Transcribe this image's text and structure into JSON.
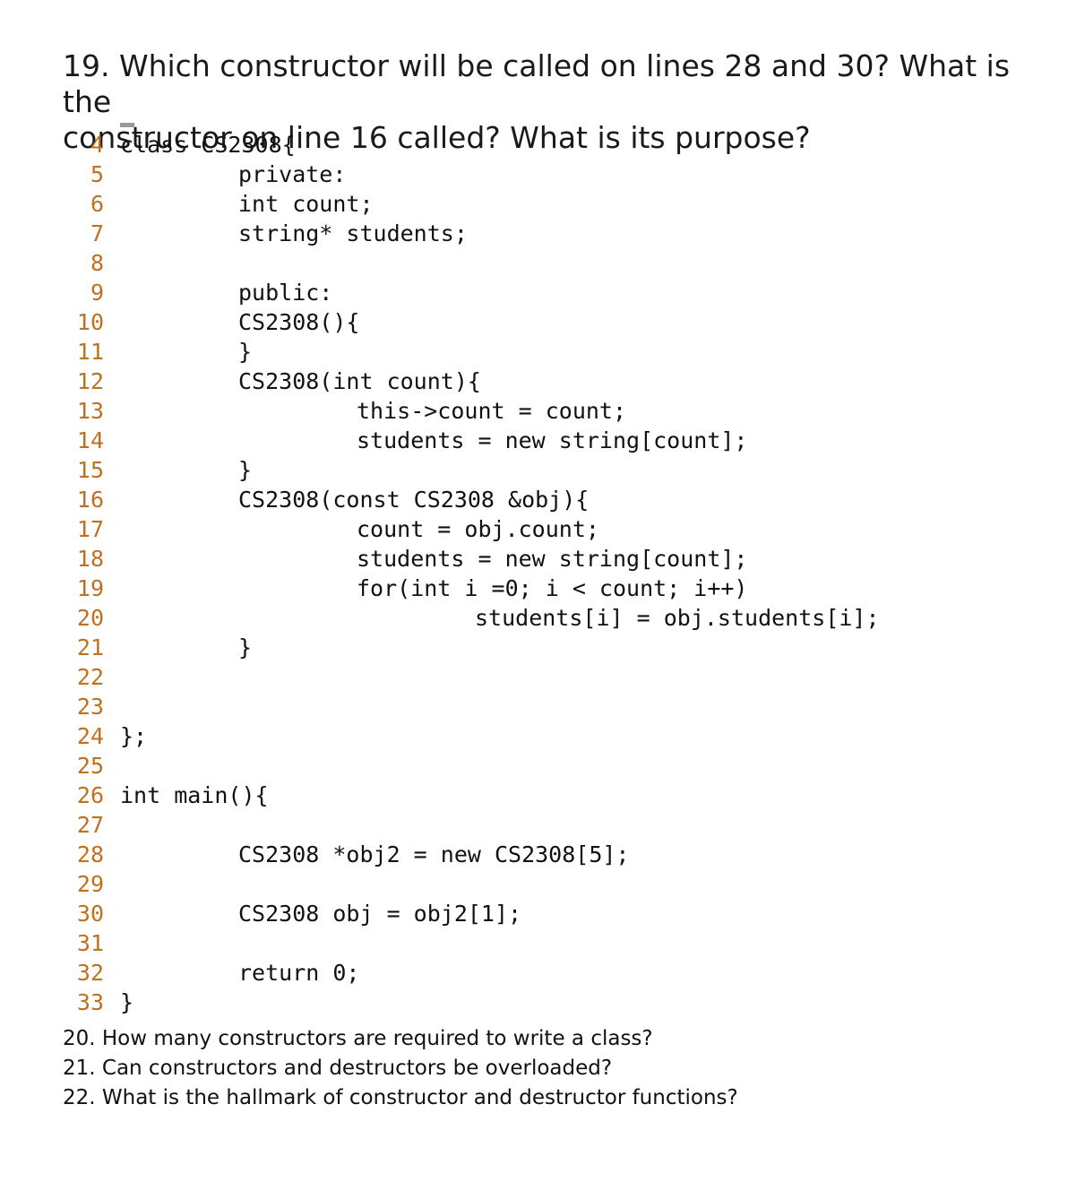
{
  "question": {
    "line1": "19. Which constructor will be called on lines 28 and 30? What is the",
    "line2": "constructor on line 16 called? What is its purpose?"
  },
  "code": {
    "lines": [
      {
        "num": "4",
        "text": "class CS2308{"
      },
      {
        "num": "5",
        "text": "private:"
      },
      {
        "num": "6",
        "text": "int count;"
      },
      {
        "num": "7",
        "text": "string* students;"
      },
      {
        "num": "8",
        "text": ""
      },
      {
        "num": "9",
        "text": "public:"
      },
      {
        "num": "10",
        "text": "CS2308(){"
      },
      {
        "num": "11",
        "text": "}"
      },
      {
        "num": "12",
        "text": "CS2308(int count){"
      },
      {
        "num": "13",
        "text": "this->count = count;"
      },
      {
        "num": "14",
        "text": "students = new string[count];"
      },
      {
        "num": "15",
        "text": "}"
      },
      {
        "num": "16",
        "text": "CS2308(const CS2308 &obj){"
      },
      {
        "num": "17",
        "text": "count = obj.count;"
      },
      {
        "num": "18",
        "text": "students = new string[count];"
      },
      {
        "num": "19",
        "text": "for(int i =0; i < count; i++)"
      },
      {
        "num": "20",
        "text": "students[i] = obj.students[i];"
      },
      {
        "num": "21",
        "text": "}"
      },
      {
        "num": "22",
        "text": ""
      },
      {
        "num": "23",
        "text": ""
      },
      {
        "num": "24",
        "text": "};"
      },
      {
        "num": "25",
        "text": ""
      },
      {
        "num": "26",
        "text": "int main(){"
      },
      {
        "num": "27",
        "text": ""
      },
      {
        "num": "28",
        "text": "CS2308 *obj2 = new CS2308[5];"
      },
      {
        "num": "29",
        "text": ""
      },
      {
        "num": "30",
        "text": "CS2308 obj = obj2[1];"
      },
      {
        "num": "31",
        "text": ""
      },
      {
        "num": "32",
        "text": "return 0;"
      },
      {
        "num": "33",
        "text": "}"
      }
    ]
  },
  "questions": [
    "20. How many constructors are required to write a class?",
    "21. Can constructors and destructors be overloaded?",
    "22. What is the hallmark of constructor and destructor functions?"
  ],
  "colors": {
    "line_number": "#c0701f",
    "code_text": "#111111"
  }
}
